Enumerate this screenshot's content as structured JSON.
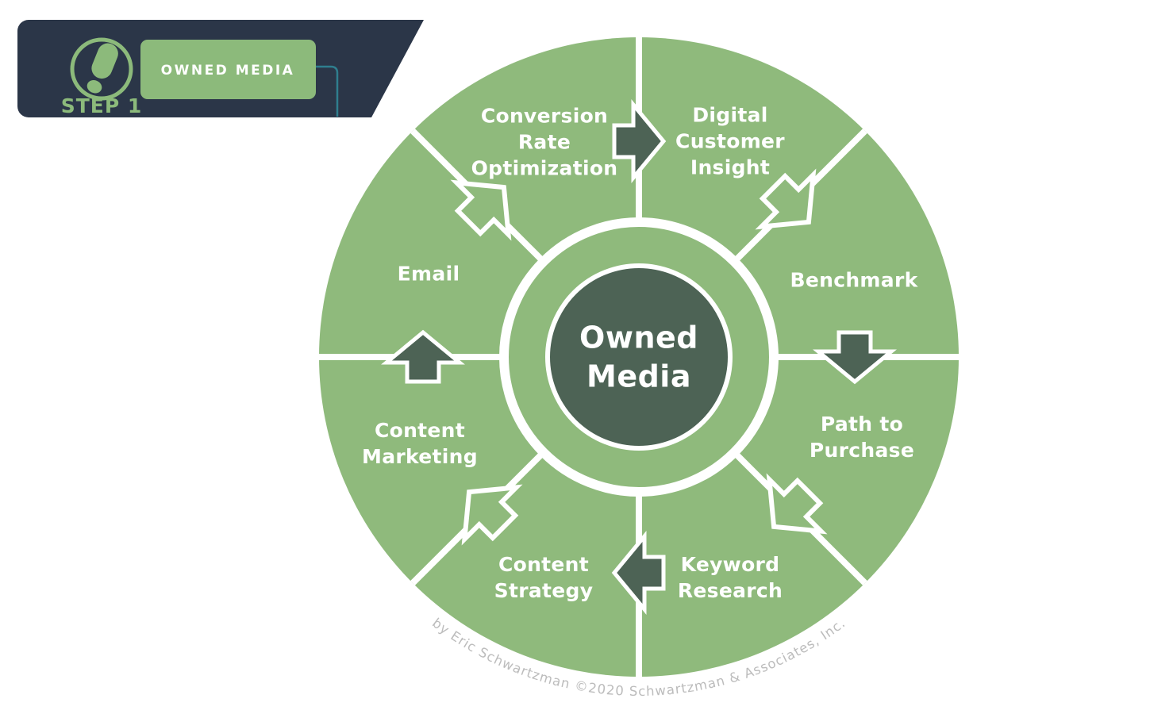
{
  "badge": {
    "step_label": "STEP 1",
    "button_label": "OWNED MEDIA",
    "icon": "footprint-icon"
  },
  "wheel": {
    "center": {
      "label": "Owned\nMedia"
    },
    "segments": [
      {
        "id": "digital-customer-insight",
        "label": "Digital\nCustomer\nInsight"
      },
      {
        "id": "benchmark",
        "label": "Benchmark"
      },
      {
        "id": "path-to-purchase",
        "label": "Path to\nPurchase"
      },
      {
        "id": "keyword-research",
        "label": "Keyword\nResearch"
      },
      {
        "id": "content-strategy",
        "label": "Content\nStrategy"
      },
      {
        "id": "content-marketing",
        "label": "Content\nMarketing"
      },
      {
        "id": "email",
        "label": "Email"
      },
      {
        "id": "conversion-rate-optimization",
        "label": "Conversion\nRate\nOptimization"
      }
    ],
    "flow": {
      "direction": "clockwise",
      "order": [
        "Digital Customer Insight",
        "Benchmark",
        "Path to Purchase",
        "Keyword Research",
        "Content Strategy",
        "Content Marketing",
        "Email",
        "Conversion Rate Optimization"
      ],
      "cardinal_arrow_style": "solid dark green with white outline",
      "diagonal_arrow_style": "white outline only (green fill)"
    }
  },
  "footer": {
    "credit": "by Eric Schwartzman ©2020 Schwartzman & Associates, Inc."
  },
  "colors": {
    "wheel_green": "#8fba7c",
    "core_dark_green": "#4d6355",
    "banner_navy": "#2b3648",
    "connector_teal": "#2f7e8e",
    "badge_green": "#8cba7b",
    "credit_gray": "#bcbcbc",
    "text_white": "#ffffff"
  }
}
